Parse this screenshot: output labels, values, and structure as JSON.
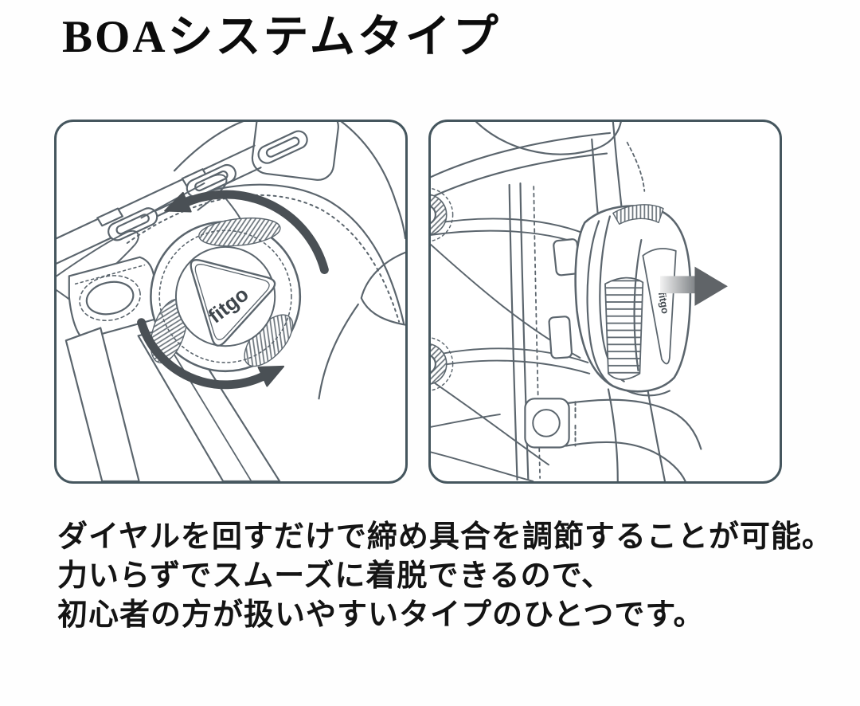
{
  "title": "BOAシステムタイプ",
  "illustrations": {
    "left": {
      "name": "dial-rotation",
      "logo_text": "fitgo"
    },
    "right": {
      "name": "dial-pull-release",
      "logo_text": "fitgo"
    }
  },
  "description": {
    "lines": [
      "ダイヤルを回すだけで締め具合を調節することが可能。",
      "力いらずでスムーズに着脱できるので、",
      "初心者の方が扱いやすいタイプのひとつです。"
    ]
  },
  "colors": {
    "background": "#ffffff",
    "panel_border": "#45565e",
    "line_art": "#5b656d",
    "rotation_arrow": "#4a5055",
    "pull_arrow_dark": "#606468",
    "text": "#141414"
  }
}
